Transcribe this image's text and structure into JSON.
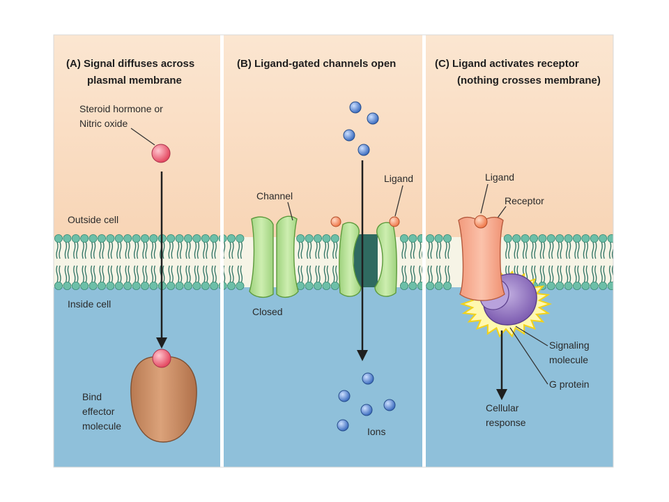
{
  "panels": {
    "a": {
      "title_line1": "(A) Signal diffuses across",
      "title_line2": "plasmal membrane",
      "signal_line1": "Steroid hormone or",
      "signal_line2": "Nitric oxide",
      "outside": "Outside cell",
      "inside": "Inside cell",
      "effector_line1": "Bind",
      "effector_line2": "effector",
      "effector_line3": "molecule"
    },
    "b": {
      "title": "(B) Ligand-gated channels open",
      "channel": "Channel",
      "ligand": "Ligand",
      "closed": "Closed",
      "ions": "Ions"
    },
    "c": {
      "title_line1": "(C) Ligand activates receptor",
      "title_line2": "(nothing crosses membrane)",
      "ligand": "Ligand",
      "receptor": "Receptor",
      "signaling_line1": "Signaling",
      "signaling_line2": "molecule",
      "gprotein": "G protein",
      "response_line1": "Cellular",
      "response_line2": "response"
    }
  },
  "colors": {
    "outside_bg": "#f9dcc0",
    "inside_bg": "#8fc0da",
    "membrane_head": "#6dbfa8",
    "channel": "#b9e29a",
    "receptor": "#f4a488",
    "g_protein": "#9a7fc2",
    "signal": "#e85e73",
    "ion": "#4e7fd0",
    "effector": "#c98b61"
  }
}
